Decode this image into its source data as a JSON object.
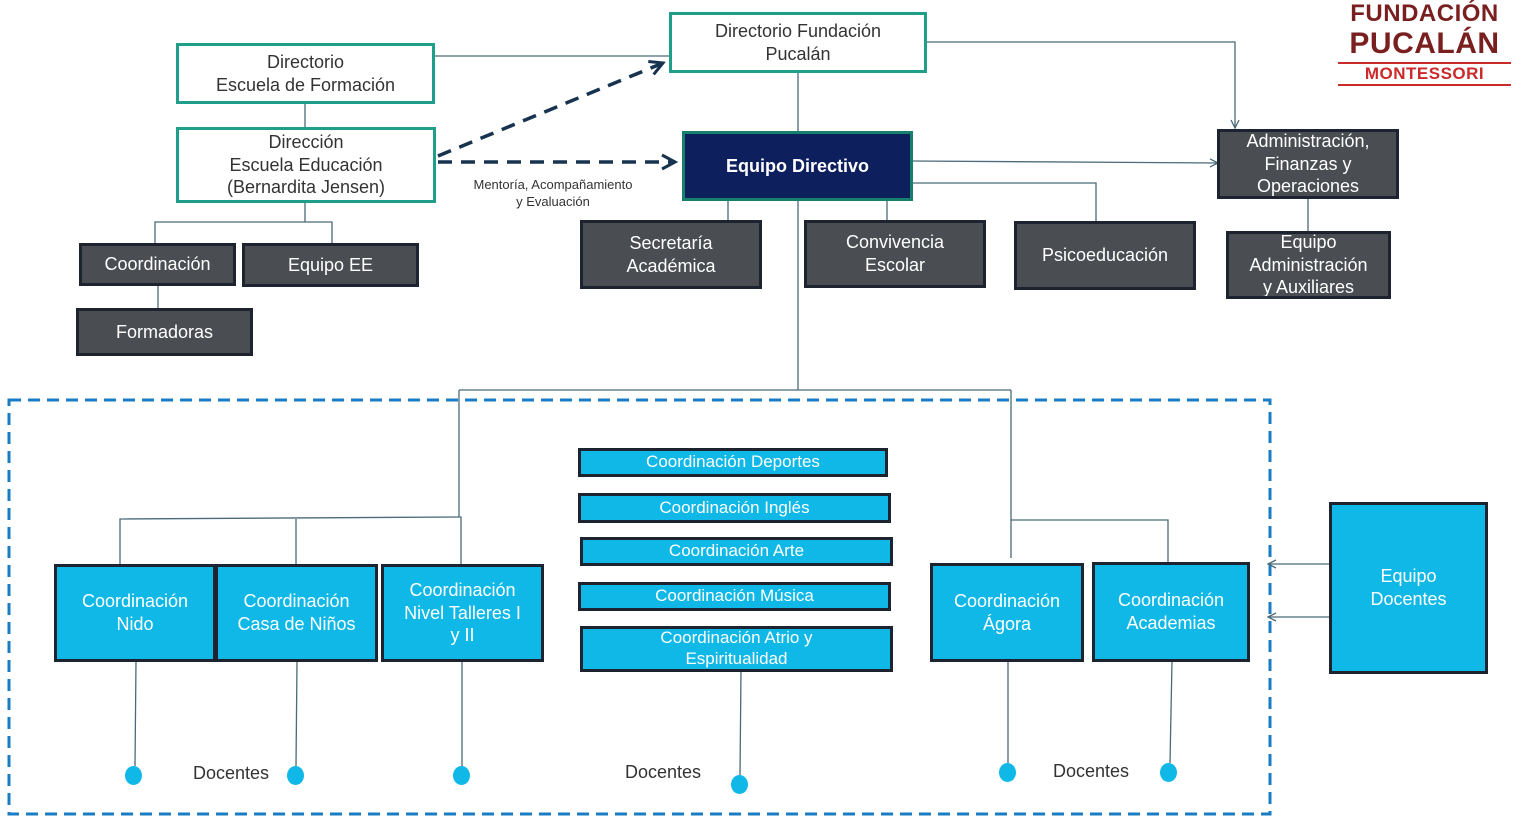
{
  "logo": {
    "line1": "FUNDACIÓN",
    "line2": "PUCALÁN",
    "line3": "MONTESSORI"
  },
  "boxes": {
    "directorio_fundacion": "Directorio Fundación\nPucalán",
    "directorio_escuela_formacion": "Directorio\nEscuela de Formación",
    "direccion_escuela_educacion": "Dirección\nEscuela Educación\n(Bernardita Jensen)",
    "equipo_directivo": "Equipo Directivo",
    "administracion": "Administración,\nFinanzas y\nOperaciones",
    "coordinacion": "Coordinación",
    "equipo_ee": "Equipo EE",
    "formadoras": "Formadoras",
    "secretaria_academica": "Secretaría\nAcadémica",
    "convivencia_escolar": "Convivencia\nEscolar",
    "psicoeducacion": "Psicoeducación",
    "equipo_administracion": "Equipo\nAdministración\ny Auxiliares",
    "coord_nido": "Coordinación\nNido",
    "coord_casa_ninos": "Coordinación\nCasa de Niños",
    "coord_talleres": "Coordinación\nNivel Talleres I\ny II",
    "coord_deportes": "Coordinación Deportes",
    "coord_ingles": "Coordinación Inglés",
    "coord_arte": "Coordinación Arte",
    "coord_musica": "Coordinación Música",
    "coord_atrio": "Coordinación Atrio y\nEspiritualidad",
    "coord_agora": "Coordinación\nÁgora",
    "coord_academias": "Coordinación\nAcademias",
    "equipo_docentes": "Equipo\nDocentes"
  },
  "mentoria_label": "Mentoría, Acompañamiento\ny Evaluación",
  "docentes_labels": [
    "Docentes",
    "Docentes",
    "Docentes"
  ],
  "colors": {
    "green_border": "#1f9e8a",
    "dark_box": "#4a4d52",
    "navy_box": "#0d1f5c",
    "cyan_box": "#0fb8e6",
    "dashed_frame": "#1a7cc4",
    "dashed_arrow": "#17334f",
    "logo_dark": "#7a1f1f",
    "logo_red": "#cc2a2a"
  }
}
